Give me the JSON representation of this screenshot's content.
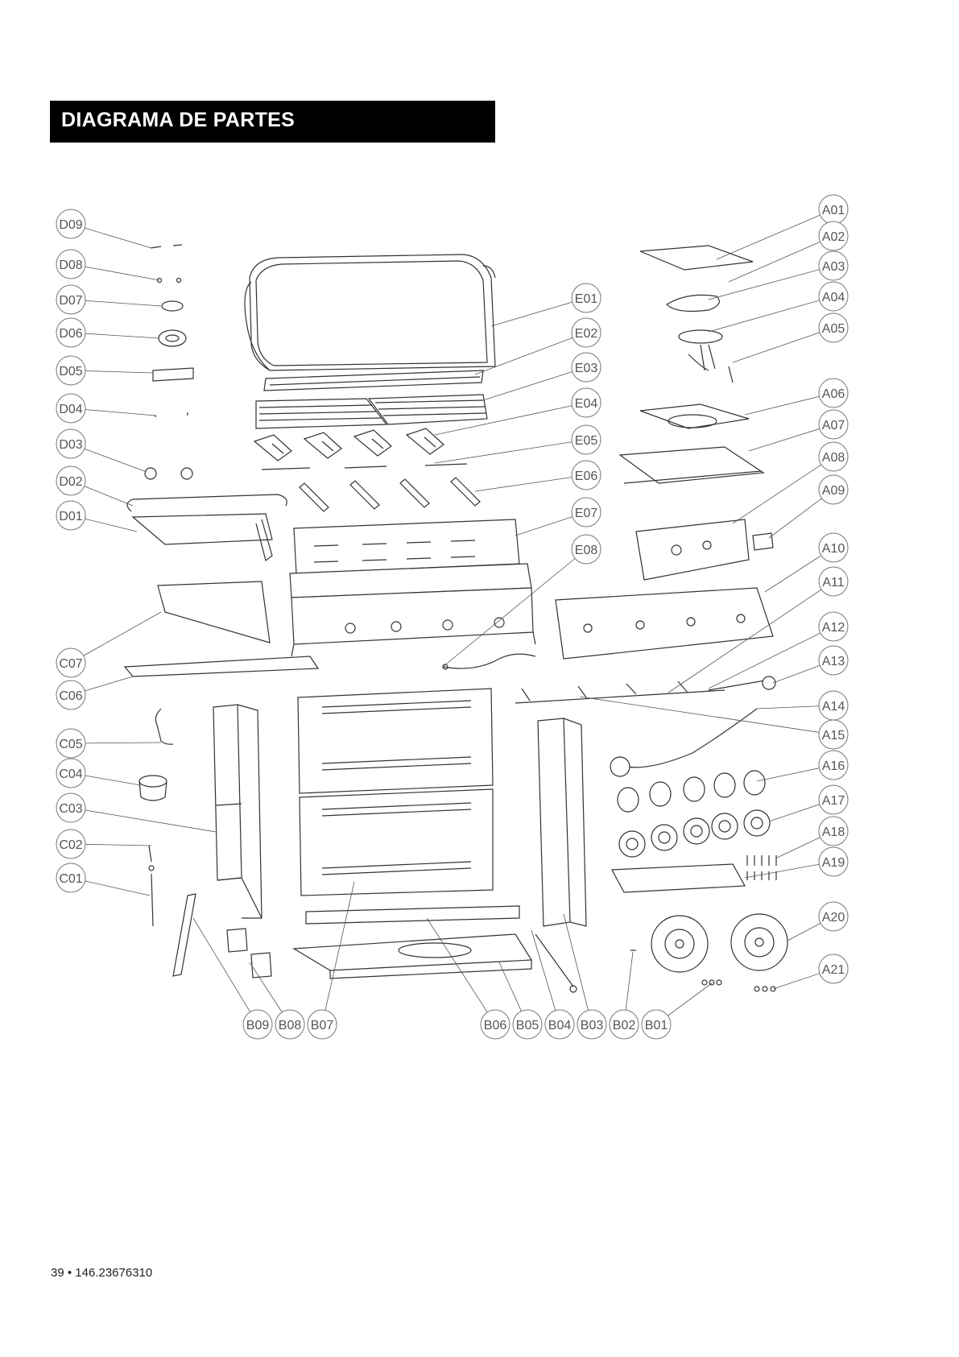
{
  "header": {
    "title": "DIAGRAMA DE PARTES"
  },
  "footer": {
    "page_number": "39",
    "separator": "•",
    "model_number": "146.23676310"
  },
  "callouts": {
    "A": [
      "A01",
      "A02",
      "A03",
      "A04",
      "A05",
      "A06",
      "A07",
      "A08",
      "A09",
      "A10",
      "A11",
      "A12",
      "A13",
      "A14",
      "A15",
      "A16",
      "A17",
      "A18",
      "A19",
      "A20",
      "A21"
    ],
    "D": [
      "D09",
      "D08",
      "D07",
      "D06",
      "D05",
      "D04",
      "D03",
      "D02",
      "D01"
    ],
    "C": [
      "C07",
      "C06",
      "C05",
      "C04",
      "C03",
      "C02",
      "C01"
    ],
    "E": [
      "E01",
      "E02",
      "E03",
      "E04",
      "E05",
      "E06",
      "E07",
      "E08"
    ],
    "B": [
      "B09",
      "B08",
      "B07",
      "B06",
      "B05",
      "B04",
      "B03",
      "B02",
      "B01"
    ]
  },
  "colors": {
    "line": "#333333",
    "banner": "#000000",
    "banner_text": "#ffffff"
  }
}
